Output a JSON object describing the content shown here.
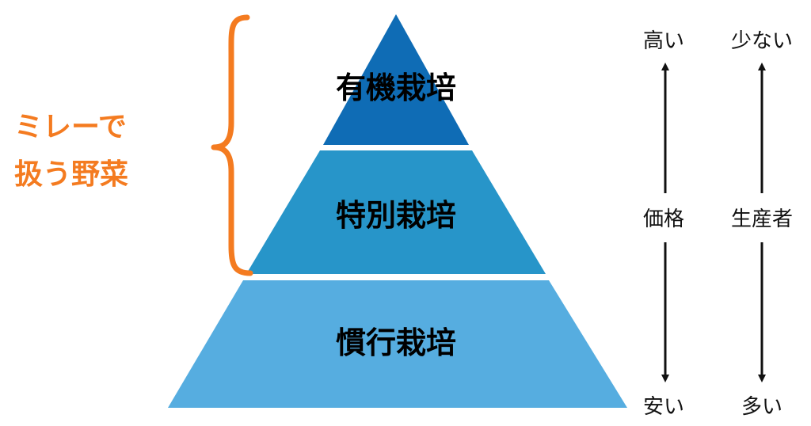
{
  "colors": {
    "tier_top": "#0f6cb5",
    "tier_middle": "#2795c9",
    "tier_bottom": "#56ade0",
    "accent": "#f47b20",
    "arrow": "#111111"
  },
  "pyramid": {
    "tiers": [
      {
        "label": "有機栽培"
      },
      {
        "label": "特別栽培"
      },
      {
        "label": "慣行栽培"
      }
    ]
  },
  "bracket": {
    "label_line1": "ミレーで",
    "label_line2": "扱う野菜"
  },
  "axes": {
    "price": {
      "top": "高い",
      "middle": "価格",
      "bottom": "安い"
    },
    "producers": {
      "top": "少ない",
      "middle": "生産者",
      "bottom": "多い"
    }
  }
}
